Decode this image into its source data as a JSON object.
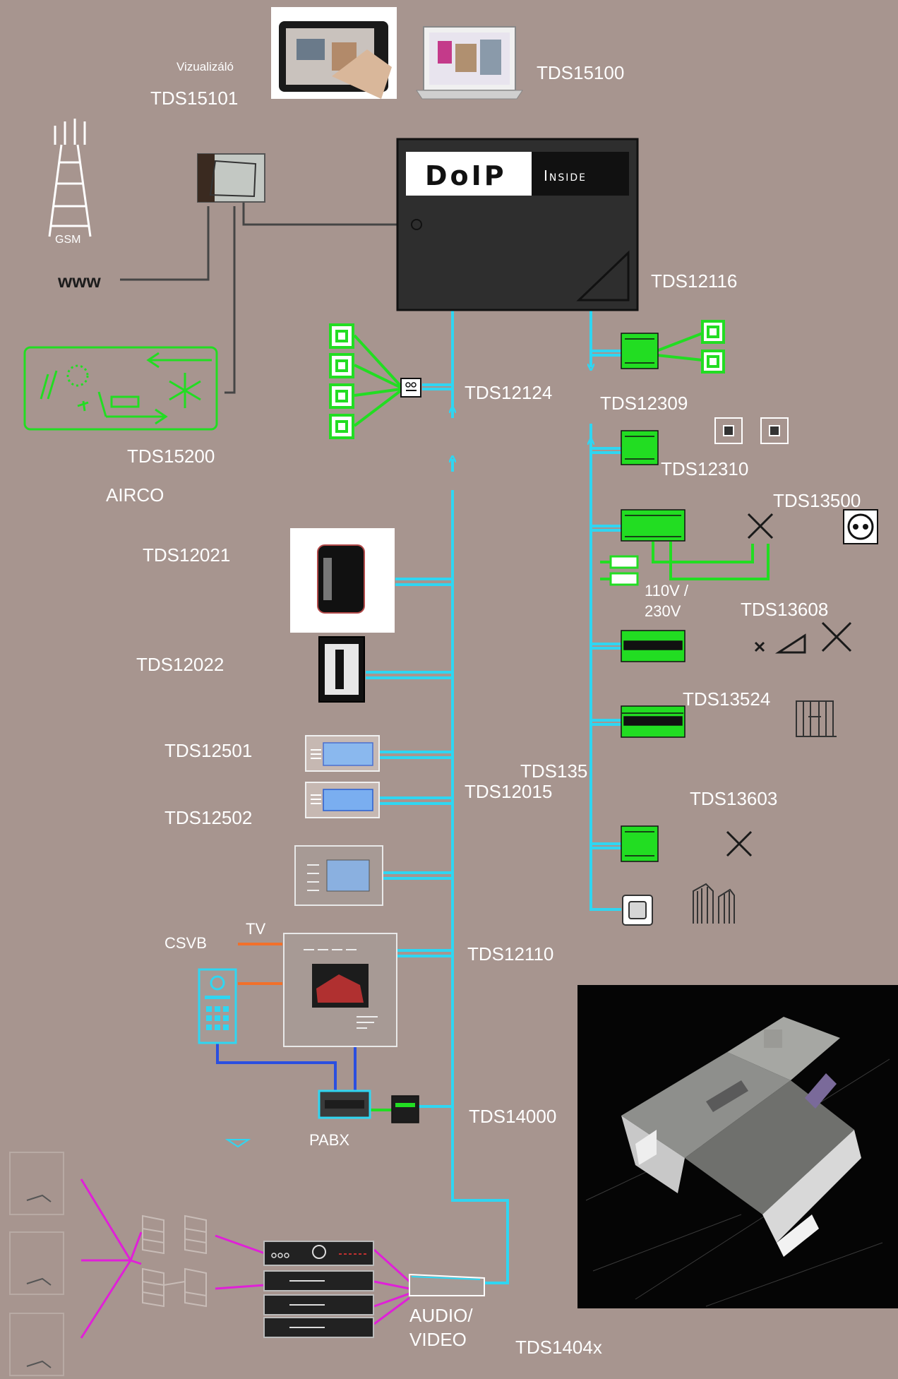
{
  "labels": {
    "vizualizalo": "Vizualizáló",
    "tds15101": "TDS15101",
    "tds15100": "TDS15100",
    "gsm": "GSM",
    "www": "www",
    "doip": "DoIP",
    "inside": "Inside",
    "tds12116": "TDS12116",
    "tds12124": "TDS12124",
    "tds15200": "TDS15200",
    "airco": "AIRCO",
    "tds12309": "TDS12309",
    "tds12310": "TDS12310",
    "tds13500": "TDS13500",
    "voltage_line1": "110V /",
    "voltage_line2": "230V",
    "tds13608": "TDS13608",
    "tds12021": "TDS12021",
    "tds12022": "TDS12022",
    "tds13524": "TDS13524",
    "tds12501": "TDS12501",
    "tds135": "TDS135",
    "tds12015": "TDS12015",
    "tds13603": "TDS13603",
    "tds12502": "TDS12502",
    "csvb": "CSVB",
    "tv": "TV",
    "tds12110": "TDS12110",
    "pabx": "PABX",
    "tds14000": "TDS14000",
    "audio": "AUDIO/",
    "video": "VIDEO",
    "tds1404x": "TDS1404x"
  },
  "colors": {
    "background": "#a7958f",
    "bus_cyan": "#2fd6f2",
    "module_green": "#22dd22",
    "audio_magenta": "#e020d8",
    "tv_orange": "#f2702a",
    "pabx_blue": "#2a4fe0",
    "device_dark": "#2e2e2e",
    "label_white": "#ffffff"
  },
  "icons": {
    "antenna": "gsm-tower-icon",
    "aircon": "air-conditioner-icon",
    "socket": "power-socket-icon",
    "lamp": "lamp-cross-icon",
    "dimmer": "dimmer-icon",
    "blinds": "window-blind-icon",
    "gate": "gate-icon",
    "pushbutton": "push-button-icon",
    "speaker": "speaker-icon"
  }
}
